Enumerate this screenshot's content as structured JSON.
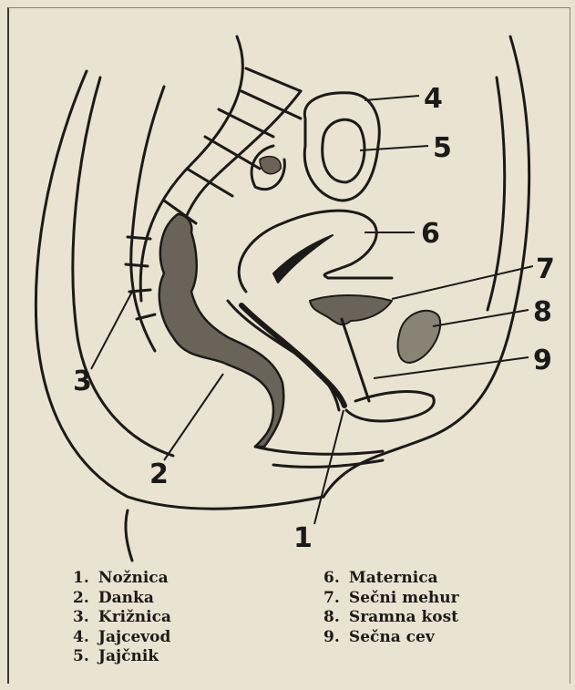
{
  "callouts": [
    "1",
    "2",
    "3",
    "4",
    "5",
    "6",
    "7",
    "8",
    "9"
  ],
  "legend": {
    "left": [
      {
        "num": "1.",
        "label": "Nožnica"
      },
      {
        "num": "2.",
        "label": "Danka"
      },
      {
        "num": "3.",
        "label": "Križnica"
      },
      {
        "num": "4.",
        "label": "Jajcevod"
      },
      {
        "num": "5.",
        "label": "Jajčnik"
      }
    ],
    "right": [
      {
        "num": "6.",
        "label": "Maternica"
      },
      {
        "num": "7.",
        "label": "Sečni mehur"
      },
      {
        "num": "8.",
        "label": "Sramna kost"
      },
      {
        "num": "9.",
        "label": "Sečna cev"
      }
    ]
  },
  "colors": {
    "ink": "#1c1a18",
    "paper": "#ebe3d1"
  }
}
